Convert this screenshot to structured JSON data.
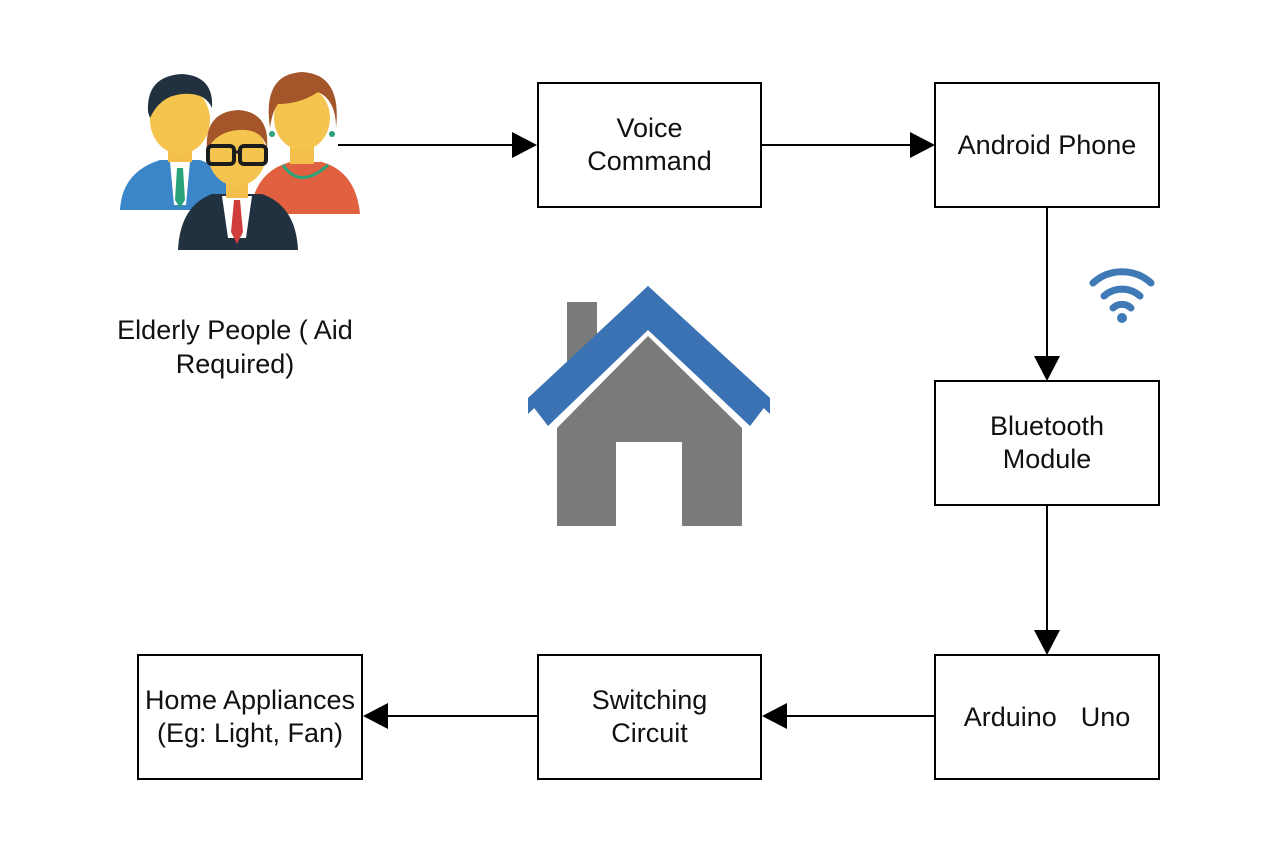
{
  "diagram": {
    "users_caption": "Elderly People ( Aid Required)",
    "boxes": {
      "voice_command": "Voice Command",
      "android_phone": "Android Phone",
      "bluetooth_module": "Bluetooth Module",
      "arduino": "Arduino",
      "arduino_suffix": "Uno",
      "switching_circuit": "Switching Circuit",
      "home_appliances": "Home Appliances (Eg: Light, Fan)"
    },
    "icons": {
      "users": "elderly-people-group-icon",
      "home": "house-icon",
      "wireless": "wifi-icon"
    },
    "colors": {
      "roof_blue": "#3a72b4",
      "house_gray": "#7a7a7a",
      "wifi_blue": "#3f79b6"
    }
  }
}
